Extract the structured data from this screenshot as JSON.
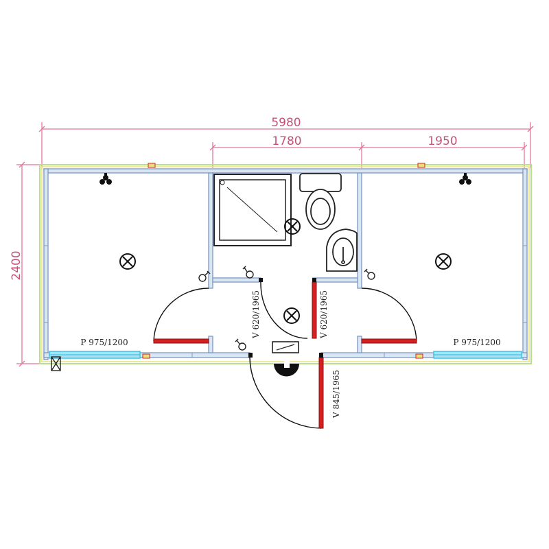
{
  "dimensions": {
    "overall_width": "5980",
    "middle_section_width": "1780",
    "right_section_width": "1950",
    "overall_height": "2400"
  },
  "labels": {
    "left_window": "P 975/1200",
    "right_window": "P 975/1200",
    "shower_door": "V 620/1965",
    "wc_door": "V 620/1965",
    "entrance_door": "V 845/1965"
  },
  "colors": {
    "dimension": "#e0789a",
    "wall_fill": "#dbe6f3",
    "wall_stroke": "#7c98c4",
    "outer_green": "#b6e08a",
    "outer_yellow": "#e8e27a",
    "door_leaf": "#d42020",
    "window_cyan": "#3fc3e6",
    "fixture": "#222222"
  },
  "icons": {
    "ceiling_light": "circle-x-icon",
    "socket": "socket-icon",
    "switch": "switch-icon",
    "heater": "heater-icon",
    "meter_box": "box-x-icon"
  }
}
